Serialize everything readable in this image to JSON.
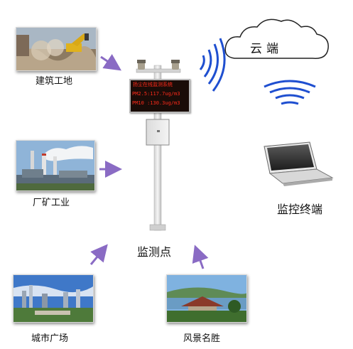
{
  "sources": {
    "construction": "建筑工地",
    "factory": "厂矿工业",
    "plaza": "城市广场",
    "scenic": "风景名胜"
  },
  "monitor_point": "监测点",
  "cloud": "云端",
  "terminal": "监控终端",
  "display": {
    "title": "扬尘在线监测系统",
    "pm25": "PM2.5:117.7ug/m3",
    "pm10": "PM10 :130.3ug/m3"
  },
  "colors": {
    "arrow": "#8a6bc4",
    "wifi": "#1f4fd0",
    "led_text": "#ff2a1a",
    "led_bg": "#1a0c08"
  }
}
